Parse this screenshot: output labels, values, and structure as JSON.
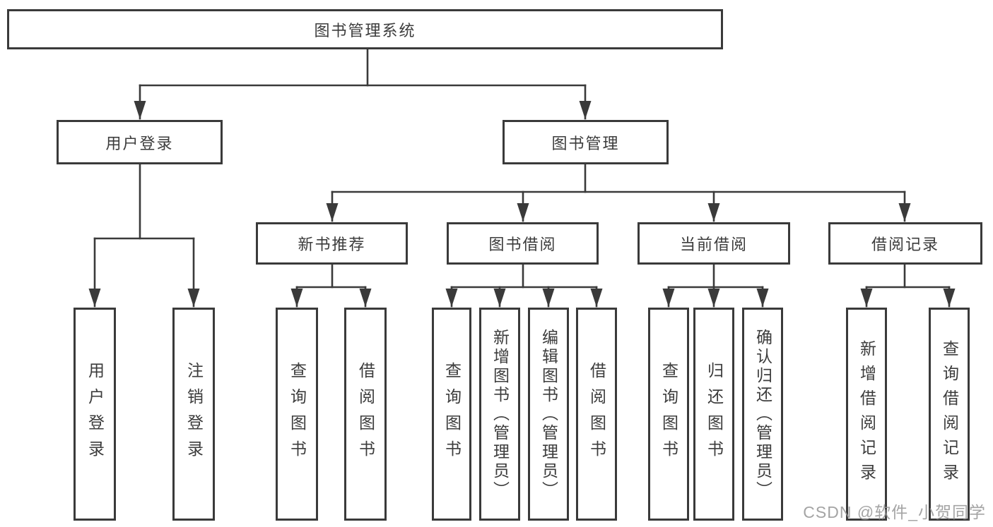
{
  "diagram": {
    "type": "hierarchy-tree",
    "nodes": {
      "root": "图书管理系统",
      "level1": [
        "用户登录",
        "图书管理"
      ],
      "level2": [
        "新书推荐",
        "图书借阅",
        "当前借阅",
        "借阅记录"
      ],
      "leaves": {
        "user_login": [
          "用户登录",
          "注销登录"
        ],
        "new_book_recommend": [
          "查询图书",
          "借阅图书"
        ],
        "book_borrow": [
          "查询图书",
          "新增图书（管理员）",
          "编辑图书（管理员）",
          "借阅图书"
        ],
        "current_borrow": [
          "查询图书",
          "归还图书",
          "确认归还（管理员）"
        ],
        "borrow_records": [
          "新增借阅记录",
          "查询借阅记录"
        ]
      }
    },
    "colors": {
      "line": "#3a3a3a",
      "box_border": "#3a3a3a",
      "text": "#3c3c3c",
      "background": "#ffffff",
      "watermark": "#949494"
    }
  },
  "watermark": "CSDN @软件_小贺同学"
}
